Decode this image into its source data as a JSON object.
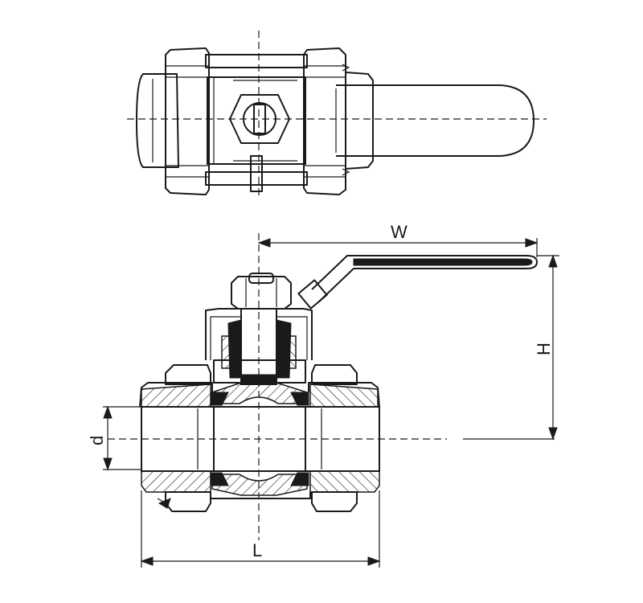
{
  "dimensions": {
    "width_label": "W",
    "height_label": "H",
    "diameter_label": "d",
    "length_label": "L"
  }
}
